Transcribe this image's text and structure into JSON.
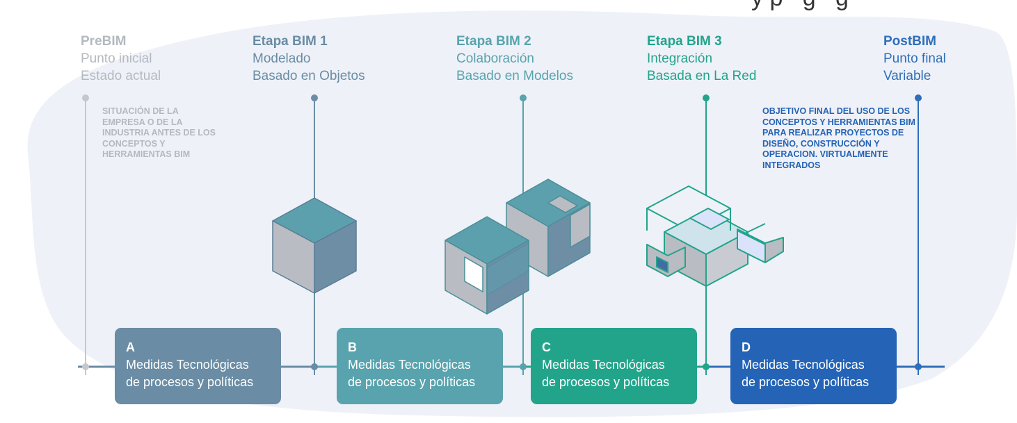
{
  "header": {
    "partial_text": "y p   g   g"
  },
  "stages": [
    {
      "title": "PreBIM",
      "line1": "Punto inicial",
      "line2": "Estado actual",
      "color": "#b4b9c0"
    },
    {
      "title": "Etapa BIM 1",
      "line1": "Modelado",
      "line2": "Basado en Objetos",
      "color": "#6a8ca4"
    },
    {
      "title": "Etapa BIM 2",
      "line1": "Colaboración",
      "line2": "Basado en Modelos",
      "color": "#58a3ad"
    },
    {
      "title": "Etapa BIM 3",
      "line1": "Integración",
      "line2": "Basada en La Red",
      "color": "#22a48b"
    },
    {
      "title": "PostBIM",
      "line1": "Punto final",
      "line2": "Variable",
      "color": "#2f6eb8"
    }
  ],
  "notes": {
    "prebim": "SITUACIÓN DE LA EMPRESA O DE LA INDUSTRIA ANTES DE LOS CONCEPTOS Y HERRAMIENTAS BIM",
    "postbim": "OBJETIVO FINAL DEL USO DE LOS CONCEPTOS Y HERRAMIENTAS BIM PARA REALIZAR PROYECTOS DE DISEÑO, CONSTRUCCIÓN Y OPERACION. VIRTUALMENTE INTEGRADOS"
  },
  "measures": [
    {
      "letter": "A",
      "line1": "Medidas Tecnológicas",
      "line2": "de procesos y políticas",
      "color": "#6a8ca4"
    },
    {
      "letter": "B",
      "line1": "Medidas Tecnológicas",
      "line2": "de procesos y políticas",
      "color": "#58a3ad"
    },
    {
      "letter": "C",
      "line1": "Medidas Tecnológicas",
      "line2": "de procesos y políticas",
      "color": "#22a48b"
    },
    {
      "letter": "D",
      "line1": "Medidas Tecnológicas",
      "line2": "de procesos y políticas",
      "color": "#2463b5"
    }
  ]
}
